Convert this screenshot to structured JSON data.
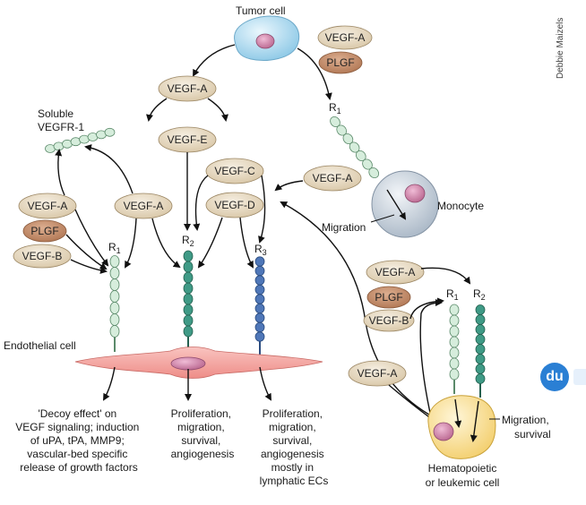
{
  "credit": "Debbie Maizels",
  "cells": {
    "tumor": "Tumor cell",
    "monocyte": "Monocyte",
    "endothelial": "Endothelial cell",
    "hematopoietic_line1": "Hematopoietic",
    "hematopoietic_line2": "or leukemic cell"
  },
  "ligands": {
    "tumor_vegfa": "VEGF-A",
    "tumor_plgf": "PLGF",
    "top_vegfa": "VEGF-A",
    "vegfe": "VEGF-E",
    "vegfc": "VEGF-C",
    "vegfd": "VEGF-D",
    "left_vegfa": "VEGF-A",
    "left_plgf": "PLGF",
    "left_vegfb": "VEGF-B",
    "mid_vegfa": "VEGF-A",
    "mono_vegfa": "VEGF-A",
    "hema_vegfa": "VEGF-A",
    "hema_plgf": "PLGF",
    "hema_vegfb": "VEGF-B",
    "hema_low_vegfa": "VEGF-A"
  },
  "receptors": {
    "r1": "R",
    "r1_sub": "1",
    "r2": "R",
    "r2_sub": "2",
    "r3": "R",
    "r3_sub": "3"
  },
  "labels": {
    "soluble_line1": "Soluble",
    "soluble_line2": "VEGFR-1",
    "migration_mono": "Migration",
    "migration_surv_line1": "Migration,",
    "migration_surv_line2": "survival"
  },
  "outcomes": {
    "decoy": [
      "'Decoy effect' on",
      "VEGF signaling; induction",
      "of uPA, tPA, MMP9;",
      "vascular-bed specific",
      "release of growth factors"
    ],
    "r2": [
      "Proliferation,",
      "migration,",
      "survival,",
      "angiogenesis"
    ],
    "r3": [
      "Proliferation,",
      "migration,",
      "survival,",
      "angiogenesis",
      "mostly in",
      "lymphatic ECs"
    ]
  },
  "badge": "du",
  "colors": {
    "oval_fill": "#e8dcc6",
    "plgf_fill": "#c58e6c",
    "receptor_r1": "#d6eddc",
    "receptor_r2": "#3f9a86",
    "receptor_r3": "#4f77b8",
    "tumor_fill": "#b9dff2",
    "monocyte_fill": "#c9d3de",
    "endothelial_fill": "#f4a4a0",
    "hematopoietic_fill": "#fbe7a8",
    "nucleus_fill": "#cf7fa8"
  }
}
